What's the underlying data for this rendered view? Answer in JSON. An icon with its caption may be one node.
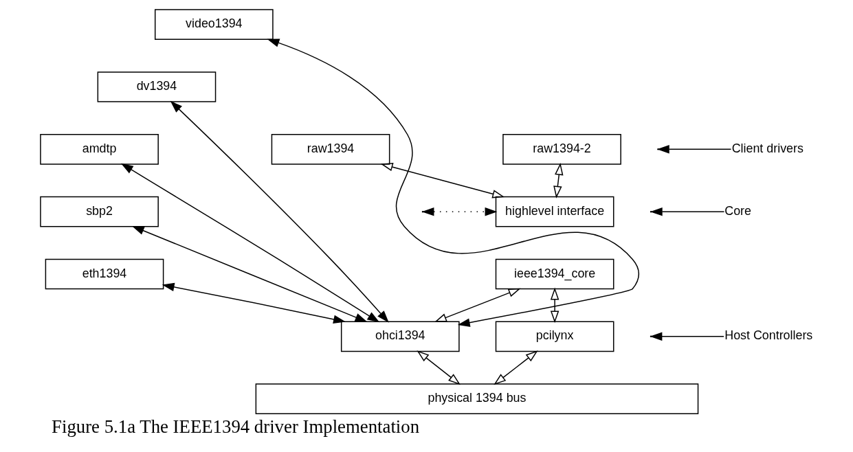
{
  "diagram": {
    "caption": "Figure 5.1a The IEEE1394 driver Implementation",
    "nodes": [
      {
        "text": [
          "video1394"
        ]
      },
      {
        "text": [
          "dv1394"
        ]
      },
      {
        "text": [
          "amdtp"
        ]
      },
      {
        "text": [
          "sbp2"
        ]
      },
      {
        "text": [
          "eth1394"
        ]
      },
      {
        "text": [
          "raw1394"
        ]
      },
      {
        "text": [
          "raw1394-2"
        ]
      },
      {
        "text": [
          "highlevel interface"
        ]
      },
      {
        "text": [
          "ieee1394_core"
        ]
      },
      {
        "text": [
          "ohci1394"
        ]
      },
      {
        "text": [
          "pcilynx"
        ]
      },
      {
        "text": [
          "physical 1394 bus"
        ]
      },
      {
        "text": [
          "Client drivers"
        ]
      },
      {
        "text": [
          "Core"
        ]
      },
      {
        "text": [
          "Host Controllers"
        ]
      }
    ],
    "edges": [
      {
        "from": 9,
        "to": 0,
        "arrow": "both"
      },
      {
        "from": 9,
        "to": 1,
        "arrow": "both"
      },
      {
        "from": 9,
        "to": 2,
        "arrow": "both"
      },
      {
        "from": 9,
        "to": 3,
        "arrow": "both"
      },
      {
        "from": 9,
        "to": 4,
        "arrow": "both"
      },
      {
        "from": 7,
        "to": null,
        "arrow": "both",
        "style": "dashed"
      },
      {
        "from": 5,
        "to": 7,
        "arrow": "both"
      },
      {
        "from": 6,
        "to": 7,
        "arrow": "both"
      },
      {
        "from": 8,
        "to": 9,
        "arrow": "both"
      },
      {
        "from": 8,
        "to": 10,
        "arrow": "both"
      },
      {
        "from": 9,
        "to": 11,
        "arrow": "both"
      },
      {
        "from": 10,
        "to": 11,
        "arrow": "both"
      },
      {
        "from": 12,
        "to": null,
        "arrow": "to"
      },
      {
        "from": 13,
        "to": null,
        "arrow": "to"
      },
      {
        "from": 14,
        "to": null,
        "arrow": "to"
      }
    ]
  }
}
